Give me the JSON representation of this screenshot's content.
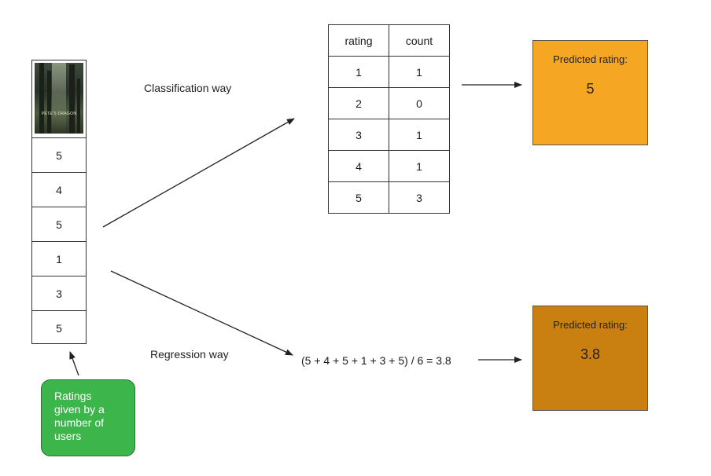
{
  "ratings_column": {
    "poster_caption": "PETE'S DRAGON",
    "ratings": [
      "5",
      "4",
      "5",
      "1",
      "3",
      "5"
    ]
  },
  "classification": {
    "label": "Classification way",
    "table": {
      "headers": [
        "rating",
        "count"
      ],
      "rows": [
        [
          "1",
          "1"
        ],
        [
          "2",
          "0"
        ],
        [
          "3",
          "1"
        ],
        [
          "4",
          "1"
        ],
        [
          "5",
          "3"
        ]
      ]
    },
    "prediction": {
      "title": "Predicted rating:",
      "value": "5",
      "color": "#f5a623"
    }
  },
  "regression": {
    "label": "Regression way",
    "formula": "(5 + 4 + 5 + 1 + 3 + 5) / 6 = 3.8",
    "prediction": {
      "title": "Predicted rating:",
      "value": "3.8",
      "color": "#c98010"
    }
  },
  "note": {
    "lines": [
      "Ratings",
      "given by a",
      "number of",
      "users"
    ],
    "color": "#3cb54a"
  }
}
